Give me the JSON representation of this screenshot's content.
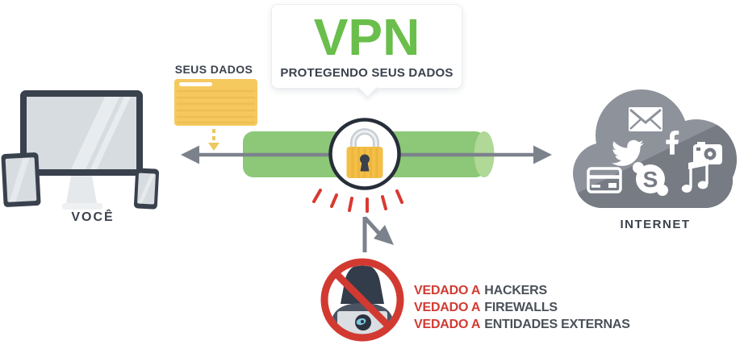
{
  "vpn_card": {
    "title": "VPN",
    "subtitle": "PROTEGENDO SEUS DADOS"
  },
  "data_packet": {
    "label": "SEUS DADOS"
  },
  "endpoints": {
    "you_label": "VOCÊ",
    "internet_label": "INTERNET"
  },
  "blocked": {
    "items": [
      {
        "prefix": "VEDADO A",
        "target": "HACKERS"
      },
      {
        "prefix": "VEDADO A",
        "target": "FIREWALLS"
      },
      {
        "prefix": "VEDADO A",
        "target": "ENTIDADES EXTERNAS"
      }
    ]
  },
  "icons": {
    "cloud_icons": [
      "mail-icon",
      "twitter-icon",
      "facebook-icon",
      "camera-icon",
      "credit-card-icon",
      "skype-icon",
      "music-note-icon"
    ],
    "device_icons": [
      "monitor-icon",
      "tablet-icon",
      "smartphone-icon"
    ],
    "center_icon": "padlock-icon",
    "blocked_icon": "no-hacker-icon",
    "skype_letter": "S"
  },
  "colors": {
    "vpn_green": "#6abe4b",
    "tunnel_green": "#8cc877",
    "tunnel_cap_green": "#b0d896",
    "data_yellow": "#f5c95e",
    "lock_gold": "#f3bf47",
    "rays_red": "#d93931",
    "prohibition_red": "#d23a31",
    "arrow_gray": "#7c828c",
    "cloud_light_gray": "#8d929b",
    "cloud_dark_gray": "#767b84",
    "device_frame_dark": "#39414d",
    "screen_gray": "#d7dce0",
    "text_dark": "#3b424e"
  }
}
